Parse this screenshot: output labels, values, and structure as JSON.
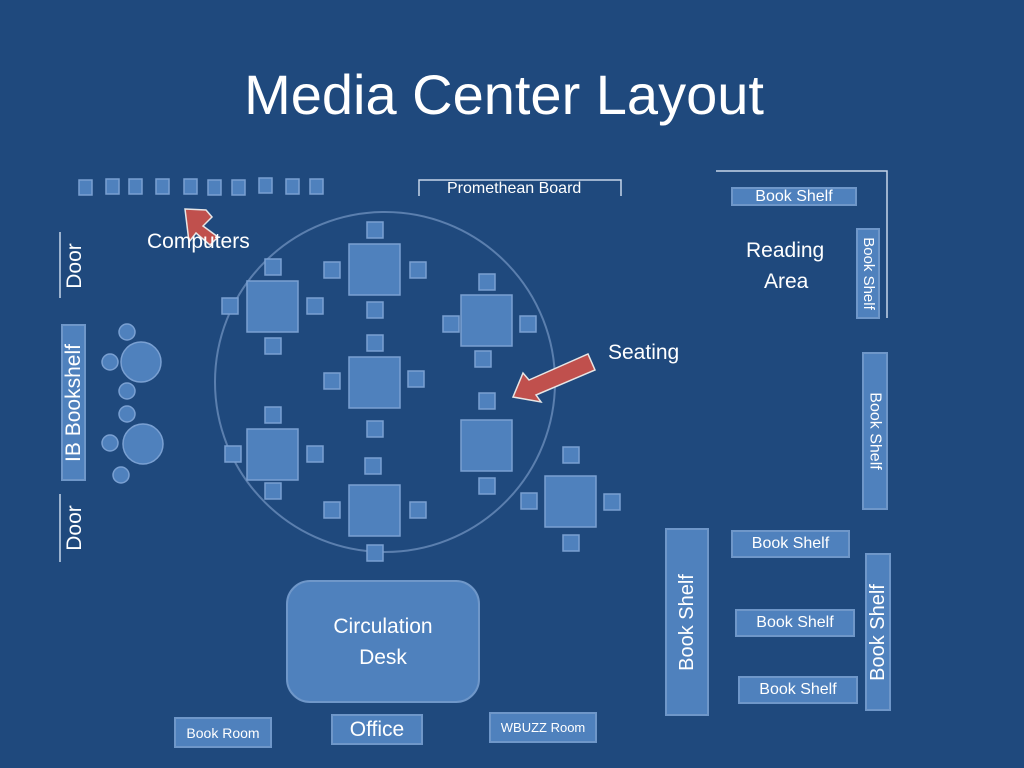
{
  "title": "Media Center Layout",
  "labels": {
    "promethean_board": "Promethean Board",
    "computers": "Computers",
    "reading_area_line1": "Reading",
    "reading_area_line2": "Area",
    "seating": "Seating",
    "door_top": "Door",
    "door_bottom": "Door",
    "ib_bookshelf": "IB Bookshelf",
    "book_shelf": "Book Shelf",
    "circulation_line1": "Circulation",
    "circulation_line2": "Desk",
    "book_room": "Book Room",
    "office": "Office",
    "wbuzz_room": "WBUZZ Room"
  },
  "colors": {
    "background": "#1f497d",
    "shape_fill": "#4f81bd",
    "arrow": "#c0504d"
  }
}
